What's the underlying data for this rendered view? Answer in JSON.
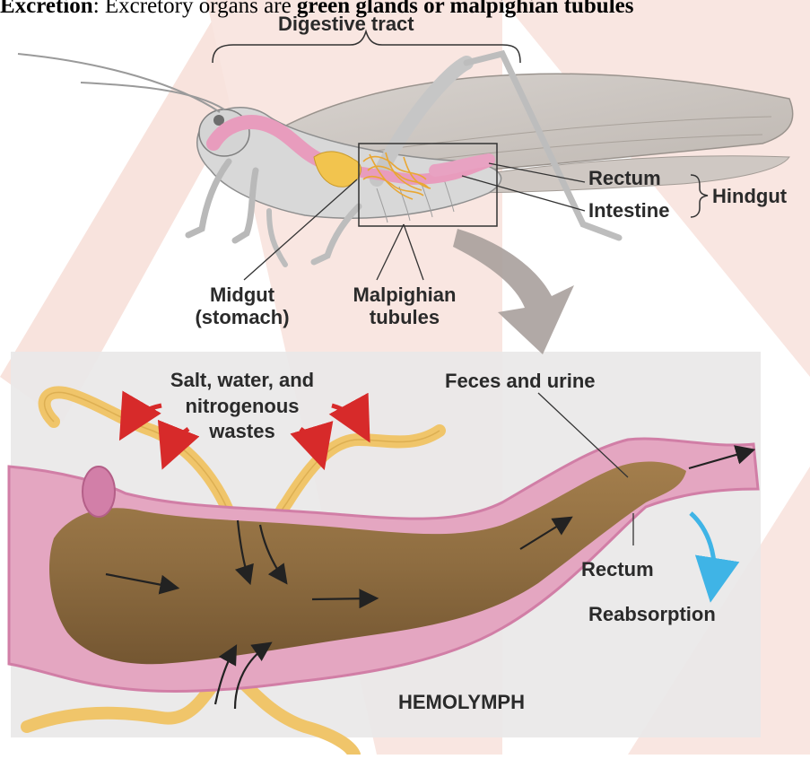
{
  "caption": {
    "prefix": "Excretion",
    "middle": ": Excretory organs are ",
    "bold": "green glands or malpighian tubules"
  },
  "labels": {
    "digestive_tract": "Digestive tract",
    "rectum_top": "Rectum",
    "intestine": "Intestine",
    "hindgut": "Hindgut",
    "midgut_line1": "Midgut",
    "midgut_line2": "(stomach)",
    "malpighian_line1": "Malpighian",
    "malpighian_line2": "tubules",
    "salt_line1": "Salt, water, and",
    "salt_line2": "nitrogenous",
    "salt_line3": "wastes",
    "feces_urine": "Feces and urine",
    "rectum_bottom": "Rectum",
    "reabsorption": "Reabsorption",
    "hemolymph": "HEMOLYMPH"
  },
  "colors": {
    "watermark": "#f6d9d2",
    "tubule": "#f2c76a",
    "gut_wall": "#e79ab8",
    "gut_content": "#8c6c3c",
    "red_arrow": "#d72a2a",
    "blue_arrow": "#3fb4e6",
    "inset_bg": "#e9e9ea"
  }
}
